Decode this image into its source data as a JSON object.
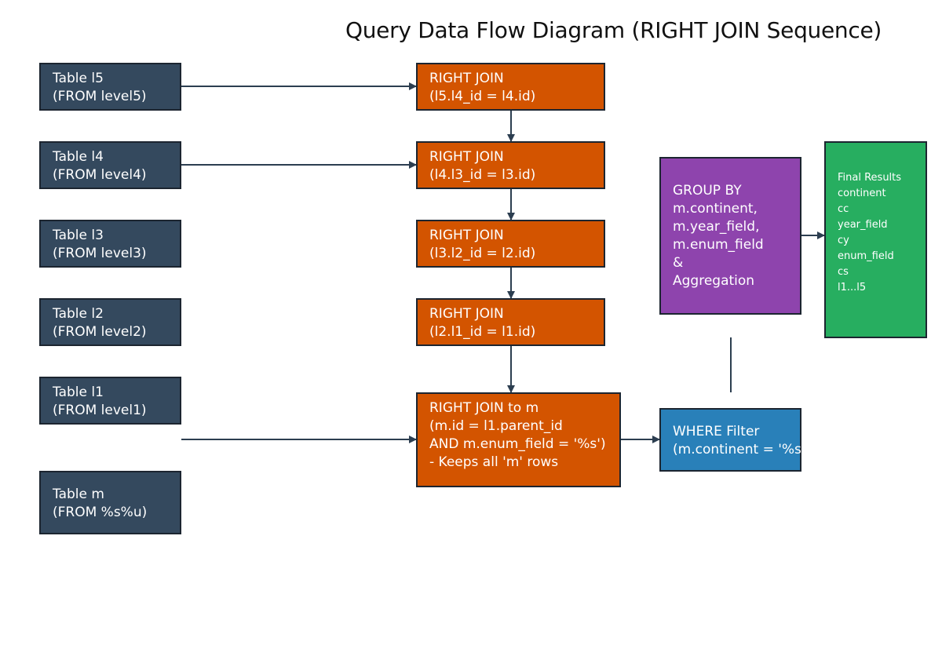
{
  "title": "Query Data Flow Diagram (RIGHT JOIN Sequence)",
  "tables": [
    {
      "name": "Table l5",
      "source": "(FROM level5)"
    },
    {
      "name": "Table l4",
      "source": "(FROM level4)"
    },
    {
      "name": "Table l3",
      "source": "(FROM level3)"
    },
    {
      "name": "Table l2",
      "source": "(FROM level2)"
    },
    {
      "name": "Table l1",
      "source": "(FROM level1)"
    },
    {
      "name": "Table m",
      "source": "(FROM %s%u)"
    }
  ],
  "joins": [
    {
      "label": "RIGHT JOIN",
      "condition": "(l5.l4_id = l4.id)"
    },
    {
      "label": "RIGHT JOIN",
      "condition": "(l4.l3_id = l3.id)"
    },
    {
      "label": "RIGHT JOIN",
      "condition": "(l3.l2_id = l2.id)"
    },
    {
      "label": "RIGHT JOIN",
      "condition": "(l2.l1_id = l1.id)"
    }
  ],
  "final_join": {
    "lines": [
      "RIGHT JOIN to m",
      "(m.id = l1.parent_id",
      "AND m.enum_field = '%s')",
      "",
      "- Keeps all 'm' rows"
    ]
  },
  "where": {
    "lines": [
      "WHERE Filter",
      "(m.continent = '%s')"
    ]
  },
  "group_by": {
    "lines": [
      "GROUP BY",
      "m.continent,",
      "m.year_field,",
      "m.enum_field",
      "&",
      "Aggregation"
    ]
  },
  "final_results": {
    "lines": [
      "Final Results",
      "",
      "continent",
      "cc",
      "year_field",
      "cy",
      "enum_field",
      "cs",
      "l1...l5"
    ]
  },
  "colors": {
    "table": "#34495e",
    "join": "#d35400",
    "where": "#2980b9",
    "group_by": "#8e44ad",
    "final_results": "#27ae60",
    "connector": "#2c3e50"
  }
}
